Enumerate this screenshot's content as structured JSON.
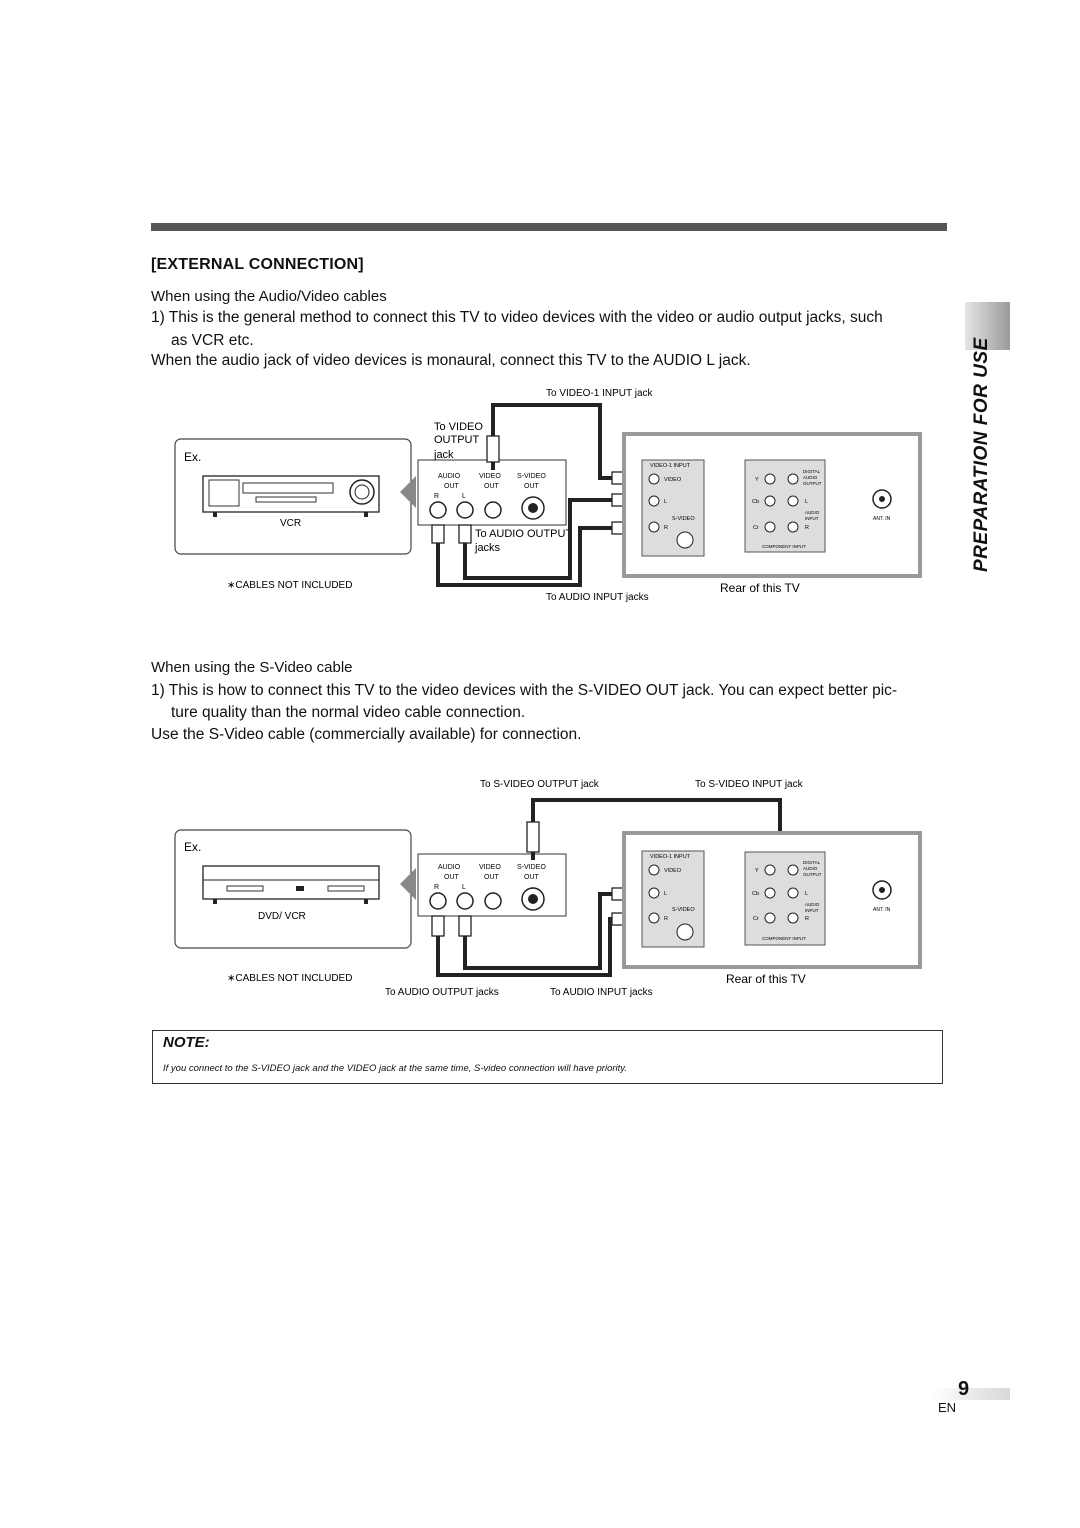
{
  "section_title": "[EXTERNAL CONNECTION]",
  "side_tab": "PREPARATION FOR USE",
  "av_section": {
    "subhead": "When using the Audio/Video cables",
    "para1_line1": "1) This is the general method to connect this TV to video devices with the video or audio output jacks, such",
    "para1_line2": "as VCR etc.",
    "para2": "When the audio jack of video devices is monaural, connect this TV to the AUDIO L jack."
  },
  "diagram1": {
    "ex": "Ex.",
    "device": "VCR",
    "cables_note": "∗CABLES NOT INCLUDED",
    "to_video_input": "To VIDEO-1 INPUT jack",
    "to_video_output_1": "To VIDEO",
    "to_video_output_2": "OUTPUT",
    "to_video_output_3": "jack",
    "to_audio_output_1": "To AUDIO OUTPUT",
    "to_audio_output_2": "jacks",
    "to_audio_input": "To AUDIO INPUT jacks",
    "rear": "Rear of this TV",
    "jack_audio": "AUDIO",
    "jack_video": "VIDEO",
    "jack_svideo": "S-VIDEO",
    "jack_out": "OUT",
    "jack_r": "R",
    "jack_l": "L"
  },
  "svideo_section": {
    "subhead": "When using the S-Video cable",
    "para1_line1": "1) This is how to connect this TV to the video devices with the S-VIDEO OUT jack. You can expect better pic-",
    "para1_line2": "ture quality than the normal video cable connection.",
    "para2": "Use the S-Video cable (commercially available) for connection."
  },
  "diagram2": {
    "ex": "Ex.",
    "device": "DVD/ VCR",
    "cables_note": "∗CABLES NOT INCLUDED",
    "to_svideo_output": "To S-VIDEO OUTPUT jack",
    "to_svideo_input": "To S-VIDEO INPUT jack",
    "to_audio_output": "To AUDIO OUTPUT jacks",
    "to_audio_input": "To AUDIO INPUT jacks",
    "rear": "Rear of this TV"
  },
  "tv_panel": {
    "video1_input": "VIDEO-1 INPUT",
    "video": "VIDEO",
    "l": "L",
    "r": "R",
    "svideo": "S-VIDEO",
    "y": "Y",
    "cb": "Cb",
    "cr": "Cr",
    "digital_1": "DIGITAL",
    "digital_2": "AUDIO",
    "digital_3": "OUTPUT",
    "audio_input_1": "AUDIO",
    "audio_input_2": "INPUT",
    "component_input": "COMPONENT INPUT",
    "ant_in": "ANT. IN"
  },
  "note": {
    "title": "NOTE:",
    "text": "If you connect to the S-VIDEO jack and the VIDEO jack at the same time, S-video connection will have priority."
  },
  "page": {
    "number": "9",
    "lang": "EN"
  }
}
